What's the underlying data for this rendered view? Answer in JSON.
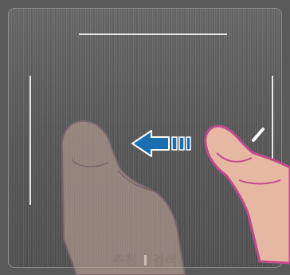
{
  "touchpad": {
    "label_left": "추천",
    "label_right": "검색"
  },
  "gesture": {
    "name": "swipe-left",
    "arrow_direction": "left",
    "colors": {
      "arrow_fill": "#1a6fb3",
      "arrow_outline": "#ffffff",
      "hand_outline": "#c24a8f",
      "hand_fill": "#e6b8a2",
      "ghost_hand_fill": "#b9a195"
    }
  },
  "colors": {
    "pad_surface": "#5f5f5f",
    "guide_lines": "#e8e8e8"
  }
}
